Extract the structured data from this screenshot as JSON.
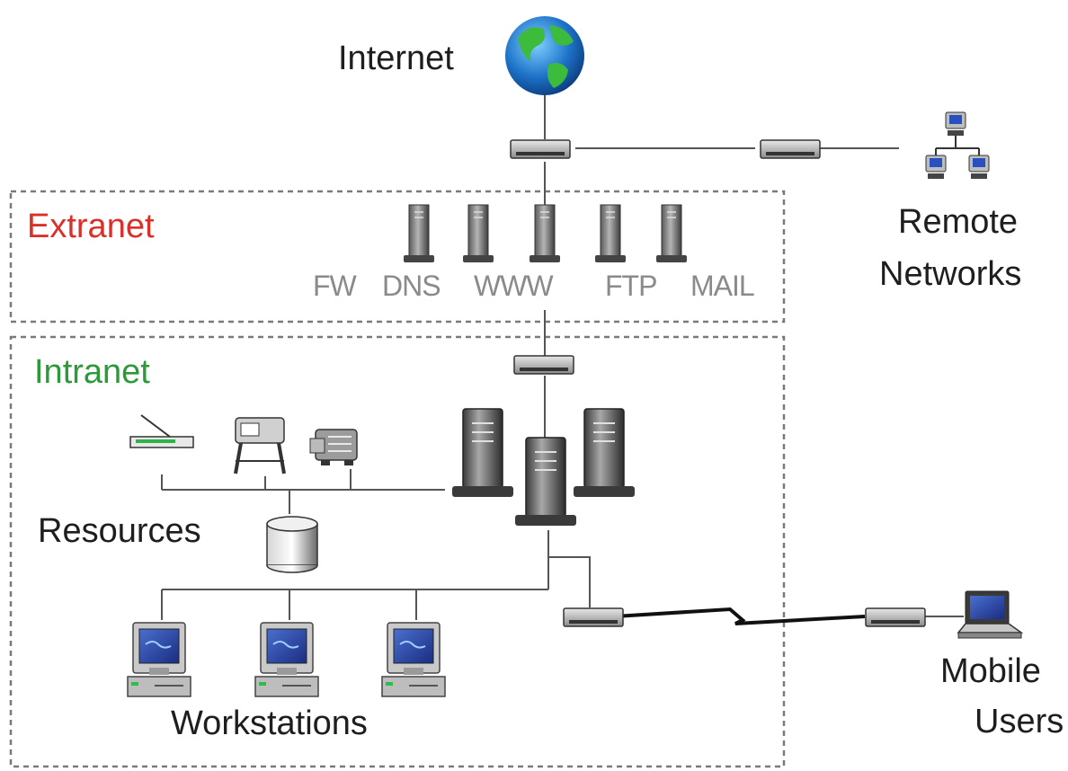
{
  "labels": {
    "internet": "Internet",
    "extranet": "Extranet",
    "intranet": "Intranet",
    "resources": "Resources",
    "workstations": "Workstations",
    "remote_line1": "Remote",
    "remote_line2": "Networks",
    "mobile_line1": "Mobile",
    "mobile_line2": "Users"
  },
  "servers": [
    "FW",
    "DNS",
    "WWW",
    "FTP",
    "MAIL"
  ],
  "colors": {
    "extranet": "#d9302a",
    "intranet": "#2d9a3a",
    "server_label": "#8a8a8a",
    "zone_border": "#7a7a7a",
    "link": "#555555"
  }
}
